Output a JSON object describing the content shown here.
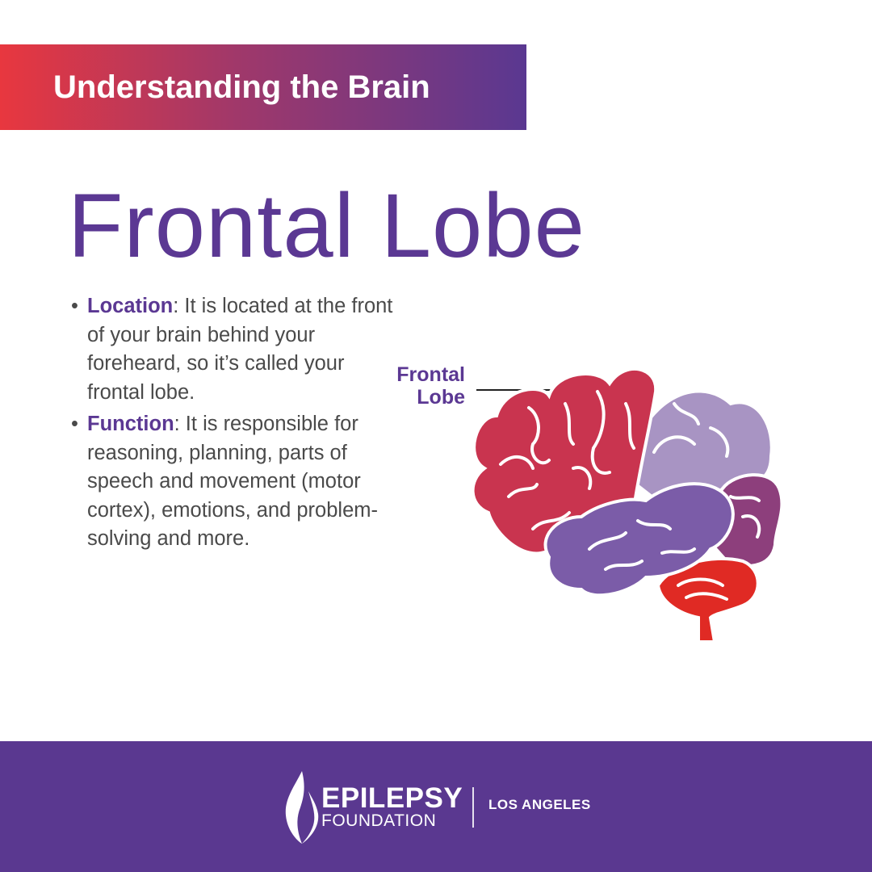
{
  "header": {
    "banner_text": "Understanding the Brain"
  },
  "main": {
    "title": "Frontal Lobe",
    "bullets": [
      {
        "term": "Location",
        "text": ": It is located at the front of your brain behind your foreheard, so it’s called your frontal lobe."
      },
      {
        "term": "Function",
        "text": ": It is responsible for reasoning, planning, parts of speech and movement (motor cortex), emotions, and problem-solving and more."
      }
    ],
    "diagram": {
      "label_line1": "Frontal",
      "label_line2": "Lobe"
    }
  },
  "footer": {
    "brand_line1": "EPILEPSY",
    "brand_line2": "FOUNDATION",
    "region": "LOS ANGELES"
  },
  "colors": {
    "purple": "#5b3893",
    "frontal": "#c9344f",
    "parietal": "#a894c3",
    "temporal": "#7b5ca8",
    "occipital": "#8d3f7c",
    "cerebellum": "#e02a24"
  }
}
